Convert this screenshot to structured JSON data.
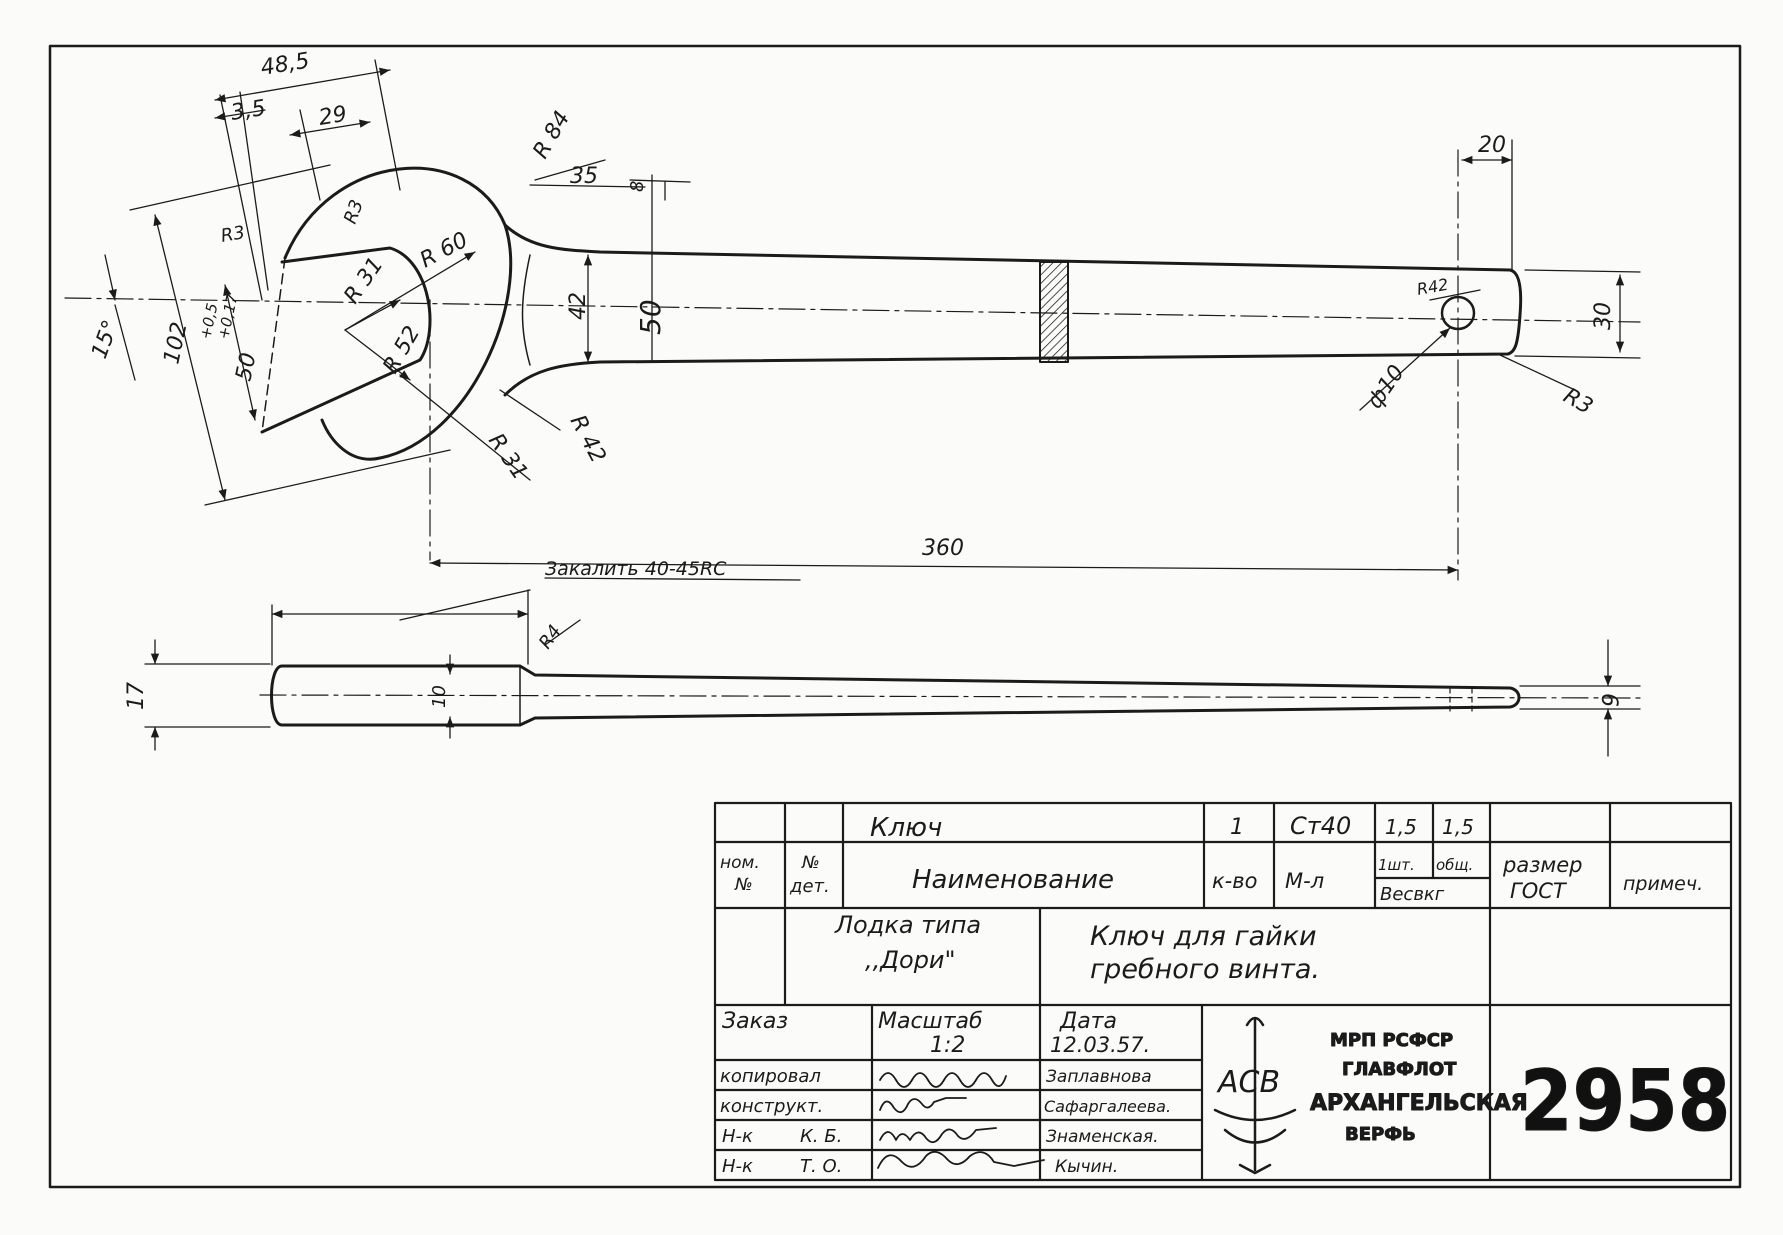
{
  "drawing": {
    "dimensions": {
      "d48_5": "48,5",
      "d3_5": "3,5",
      "d29": "29",
      "r3_top": "R3",
      "r3_left": "R3",
      "r84": "R 84",
      "d35": "35",
      "d8": "8",
      "r60": "R 60",
      "r31_inner": "R 31",
      "r52": "R 52",
      "d42": "42",
      "d50": "50",
      "d15deg": "15°",
      "d102": "102",
      "tol_upper": "+0,5",
      "tol_lower": "+0,17",
      "d50tol": "50",
      "r31_outer": "R 31",
      "r42": "R 42",
      "d20": "20",
      "r42_small": "R42",
      "d30": "30",
      "phi10": "ф10",
      "r3_right": "R3",
      "d360": "360",
      "note_harden": "Закалить 40-45RC",
      "r4": "R4",
      "d17": "17",
      "d10": "10",
      "d6": "6"
    }
  },
  "title_block": {
    "row1": {
      "name": "Ключ",
      "qty": "1",
      "material": "Ст40",
      "w1": "1,5",
      "w2": "1,5"
    },
    "headers": {
      "nom": "ном.",
      "no_sign": "№",
      "num": "№",
      "det": "дет.",
      "name": "Наименование",
      "qty": "к-во",
      "material": "М-л",
      "sht": "1шт.",
      "obsh": "общ.",
      "weight": "Весвкг",
      "size": "размер",
      "gost": "ГОСТ",
      "note": "примеч."
    },
    "project": {
      "line1": "Лодка типа",
      "line2": ",,Дори\""
    },
    "part_title": {
      "line1": "Ключ для гайки",
      "line2": "гребного винта."
    },
    "order_label": "Заказ",
    "scale_label": "Масштаб",
    "scale_value": "1:2",
    "date_label": "Дата",
    "date_value": "12.03.57.",
    "roles": [
      {
        "role": "копировал",
        "sub": "",
        "name": "Заплавнова"
      },
      {
        "role": "конструкт.",
        "sub": "",
        "name": "Сафаргалеева."
      },
      {
        "role": "Н-к",
        "sub": "К. Б.",
        "name": "Знаменская."
      },
      {
        "role": "Н-к",
        "sub": "Т. О.",
        "name": "Кычин."
      }
    ],
    "signatures": [
      "Заплавнова",
      "Ладги—",
      "Знаменская",
      "Кычин"
    ],
    "org": {
      "line1": "МРП РСФСР",
      "line2": "ГЛАВФЛОТ",
      "line3": "АРХАНГЕЛЬСКАЯ",
      "line4": "ВЕРФЬ"
    },
    "logo_text": "АСВ",
    "sheet_number": "2958"
  }
}
